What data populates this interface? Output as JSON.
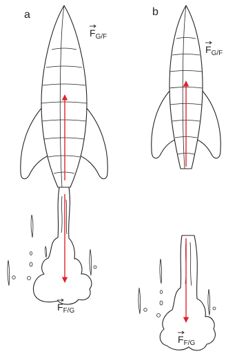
{
  "panels": [
    {
      "label": "a",
      "top_force": {
        "symbol": "F",
        "subscript": "G/F"
      },
      "bottom_force": {
        "symbol": "F",
        "subscript": "F/G"
      }
    },
    {
      "label": "b",
      "top_force": {
        "symbol": "F",
        "subscript": "G/F"
      },
      "bottom_force": {
        "symbol": "F",
        "subscript": "F/G"
      }
    }
  ],
  "colors": {
    "force_arrow": "#e0222a",
    "outline": "#231f20"
  }
}
